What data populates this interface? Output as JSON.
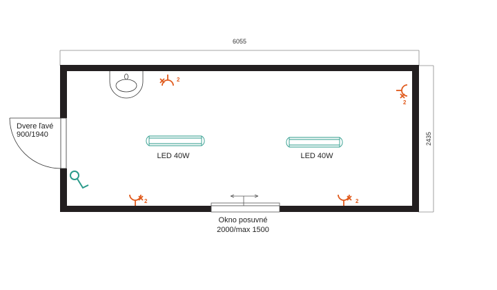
{
  "dimensions": {
    "width": "6055",
    "height": "2435"
  },
  "door": {
    "line1": "Dvere ľavé",
    "line2": "900/1940"
  },
  "window": {
    "line1": "Okno posuvné",
    "line2": "2000/max 1500"
  },
  "lights": [
    {
      "label": "LED 40W"
    },
    {
      "label": "LED 40W"
    }
  ],
  "sockets": [
    {
      "count": "2"
    },
    {
      "count": "2"
    },
    {
      "count": "2"
    },
    {
      "count": "2"
    }
  ],
  "colors": {
    "wall": "#231f20",
    "socket": "#e05a1c",
    "fixture": "#2a9a8a"
  }
}
